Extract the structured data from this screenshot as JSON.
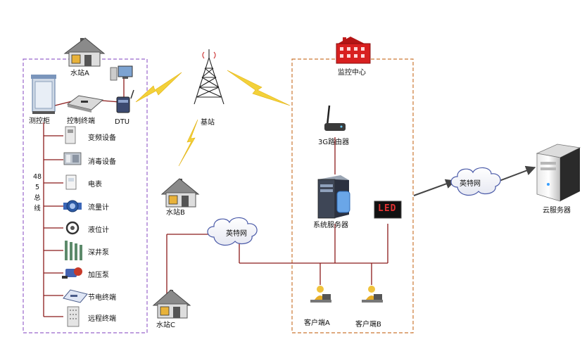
{
  "station_a": {
    "title": "水站A",
    "control_cabinet": "测控柜",
    "control_terminal": "控制终端",
    "dtu": "DTU",
    "bus": "485总线",
    "devices": [
      {
        "label": "变频设备",
        "icon": "inverter-icon"
      },
      {
        "label": "消毒设备",
        "icon": "disinfection-icon"
      },
      {
        "label": "电表",
        "icon": "meter-icon"
      },
      {
        "label": "流量计",
        "icon": "flowmeter-icon"
      },
      {
        "label": "液位计",
        "icon": "level-gauge-icon"
      },
      {
        "label": "深井泵",
        "icon": "deep-well-pump-icon"
      },
      {
        "label": "加压泵",
        "icon": "booster-pump-icon"
      },
      {
        "label": "节电终端",
        "icon": "power-saving-terminal-icon"
      },
      {
        "label": "远程终端",
        "icon": "remote-terminal-icon"
      }
    ]
  },
  "base_station": "基站",
  "station_b": "水站B",
  "station_c": "水站C",
  "internet_left": "英特网",
  "monitor_center": {
    "title": "监控中心",
    "router": "3G路由器",
    "server": "系统服务器",
    "led": "LED",
    "client_a": "客户端A",
    "client_b": "客户端B"
  },
  "internet_right": "英特网",
  "cloud_server": "云服务器",
  "colors": {
    "station_border": "#9966cc",
    "center_border": "#cc7733",
    "lightning": "#f3d13a",
    "link": "#8b1a1a",
    "arrow": "#444444"
  }
}
